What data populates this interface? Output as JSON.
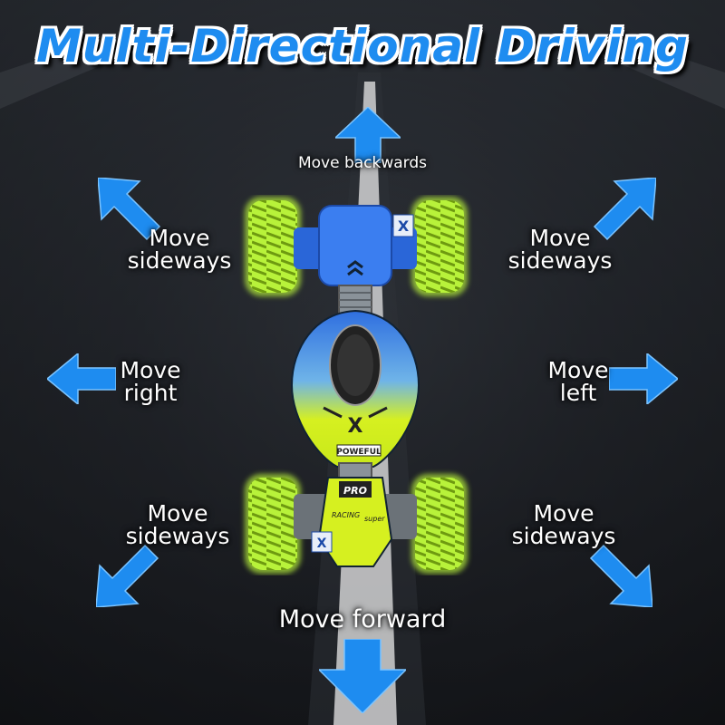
{
  "title": "Multi-Directional Driving",
  "labels": {
    "backward": "Move backwards",
    "forward": "Move forward",
    "top_left": [
      "Move",
      "sideways"
    ],
    "top_right": [
      "Move",
      "sideways"
    ],
    "mid_left": [
      "Move",
      "right"
    ],
    "mid_right": [
      "Move",
      "left"
    ],
    "bottom_left": [
      "Move",
      "sideways"
    ],
    "bottom_right": [
      "Move",
      "sideways"
    ]
  },
  "car_markings": {
    "brand": "POWEFUL",
    "badge": "PRO",
    "side_left": "RACING",
    "side_right": "super"
  },
  "colors": {
    "arrow_blue": "#1e8cf0",
    "wheel_green": "#b8f23a",
    "body_blue": "#2f6fe0",
    "body_yellow": "#d6f020"
  },
  "icons": [
    "up-arrow-icon",
    "down-arrow-icon",
    "left-arrow-icon",
    "right-arrow-icon",
    "diagonal-arrow-icon"
  ]
}
